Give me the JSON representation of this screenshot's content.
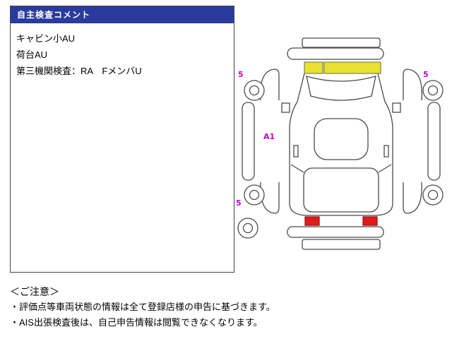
{
  "comment_box": {
    "title": "自主検査コメント",
    "lines": [
      "キャビン小AU",
      "荷台AU",
      "第三機関検査：RA　FメンバU"
    ]
  },
  "diagram": {
    "marks": [
      {
        "label": "5",
        "position": "front-left-wheel"
      },
      {
        "label": "5",
        "position": "front-right-wheel"
      },
      {
        "label": "5",
        "position": "rear-left-wheel"
      },
      {
        "label": "A1",
        "position": "left-body-panel"
      }
    ],
    "colors": {
      "highlight_yellow": "#e8e232",
      "damage_red": "#e01b1b",
      "mark_magenta": "#c800c8",
      "outline_gray": "#4a4a4a"
    }
  },
  "notes": {
    "heading": "＜ご注意＞",
    "bullets": [
      "・評価点等車両状態の情報は全て登録店様の申告に基づきます。",
      "・AIS出張検査後は、自己申告情報は閲覧できなくなります。"
    ]
  },
  "colors": {
    "header_bg": "#2a3b9d",
    "header_text": "#ffffff"
  }
}
